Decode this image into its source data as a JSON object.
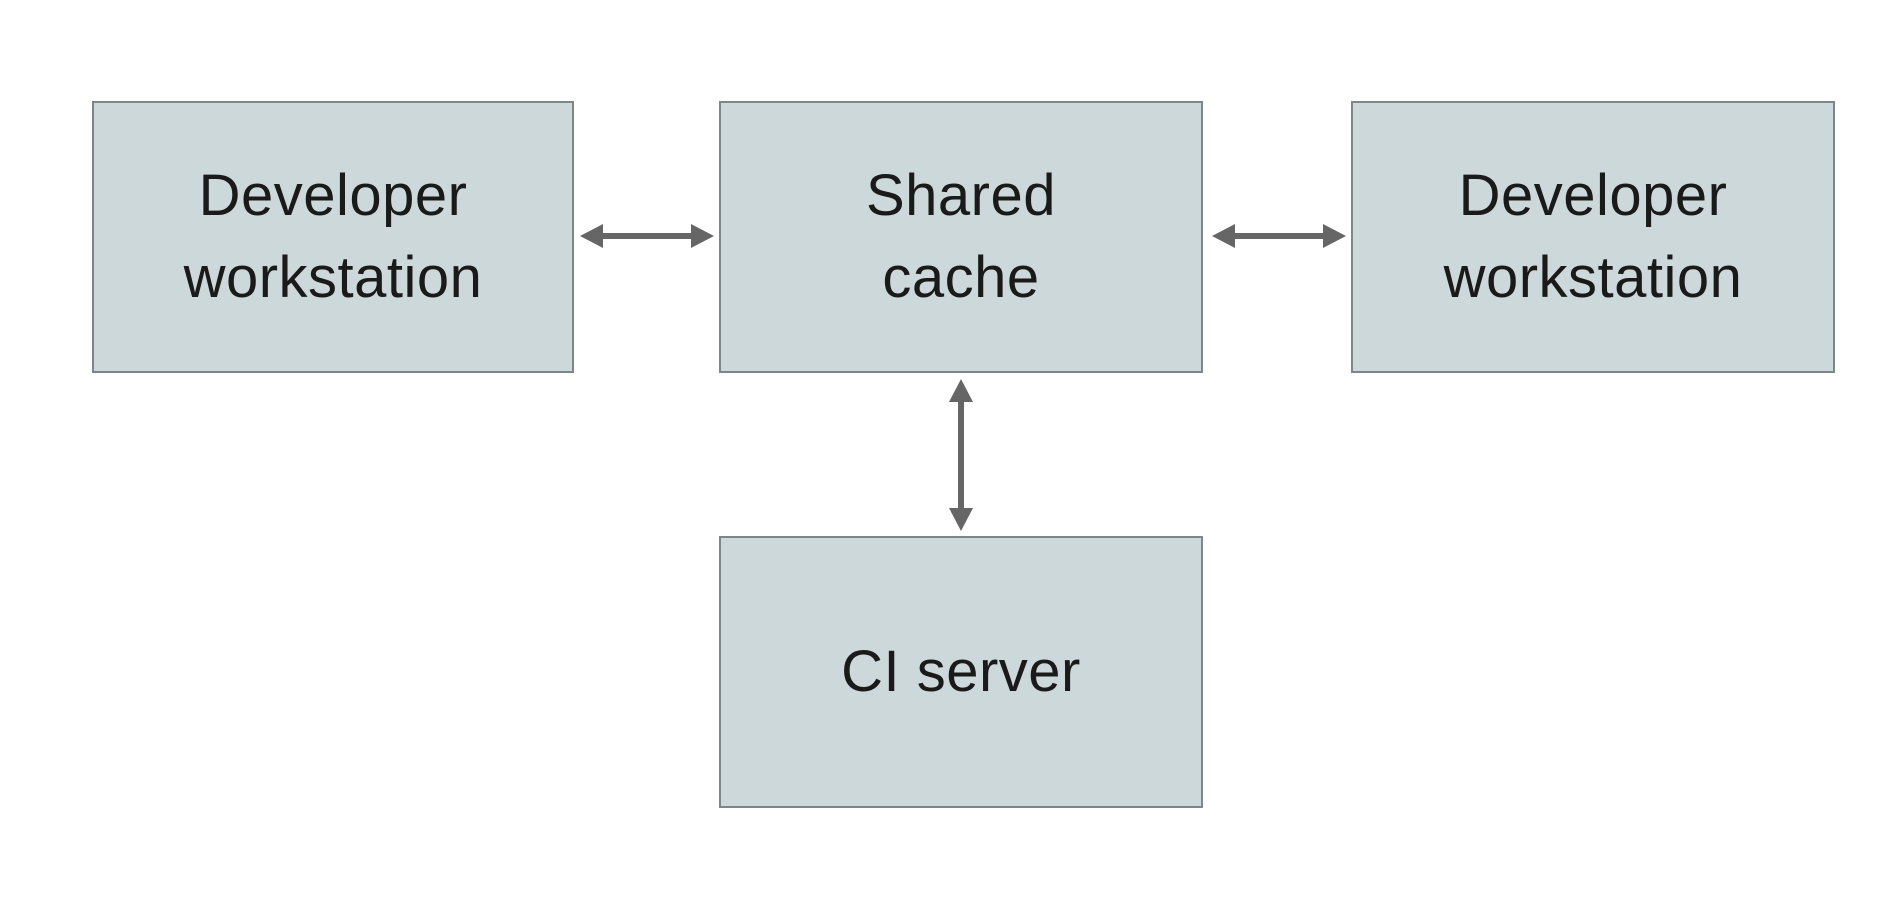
{
  "diagram": {
    "nodes": [
      {
        "id": "developer-workstation-left",
        "label": "Developer workstation"
      },
      {
        "id": "shared-cache",
        "label": "Shared cache"
      },
      {
        "id": "developer-workstation-right",
        "label": "Developer workstation"
      },
      {
        "id": "ci-server",
        "label": "CI server"
      }
    ],
    "edges": [
      {
        "from": "developer-workstation-left",
        "to": "shared-cache",
        "type": "bidirectional"
      },
      {
        "from": "shared-cache",
        "to": "developer-workstation-right",
        "type": "bidirectional"
      },
      {
        "from": "shared-cache",
        "to": "ci-server",
        "type": "bidirectional"
      }
    ]
  },
  "colors": {
    "node_fill": "#cdd8db",
    "node_border": "#7d8688",
    "arrow_color": "#666666",
    "text_color": "#1a1a1a",
    "background": "#ffffff"
  }
}
